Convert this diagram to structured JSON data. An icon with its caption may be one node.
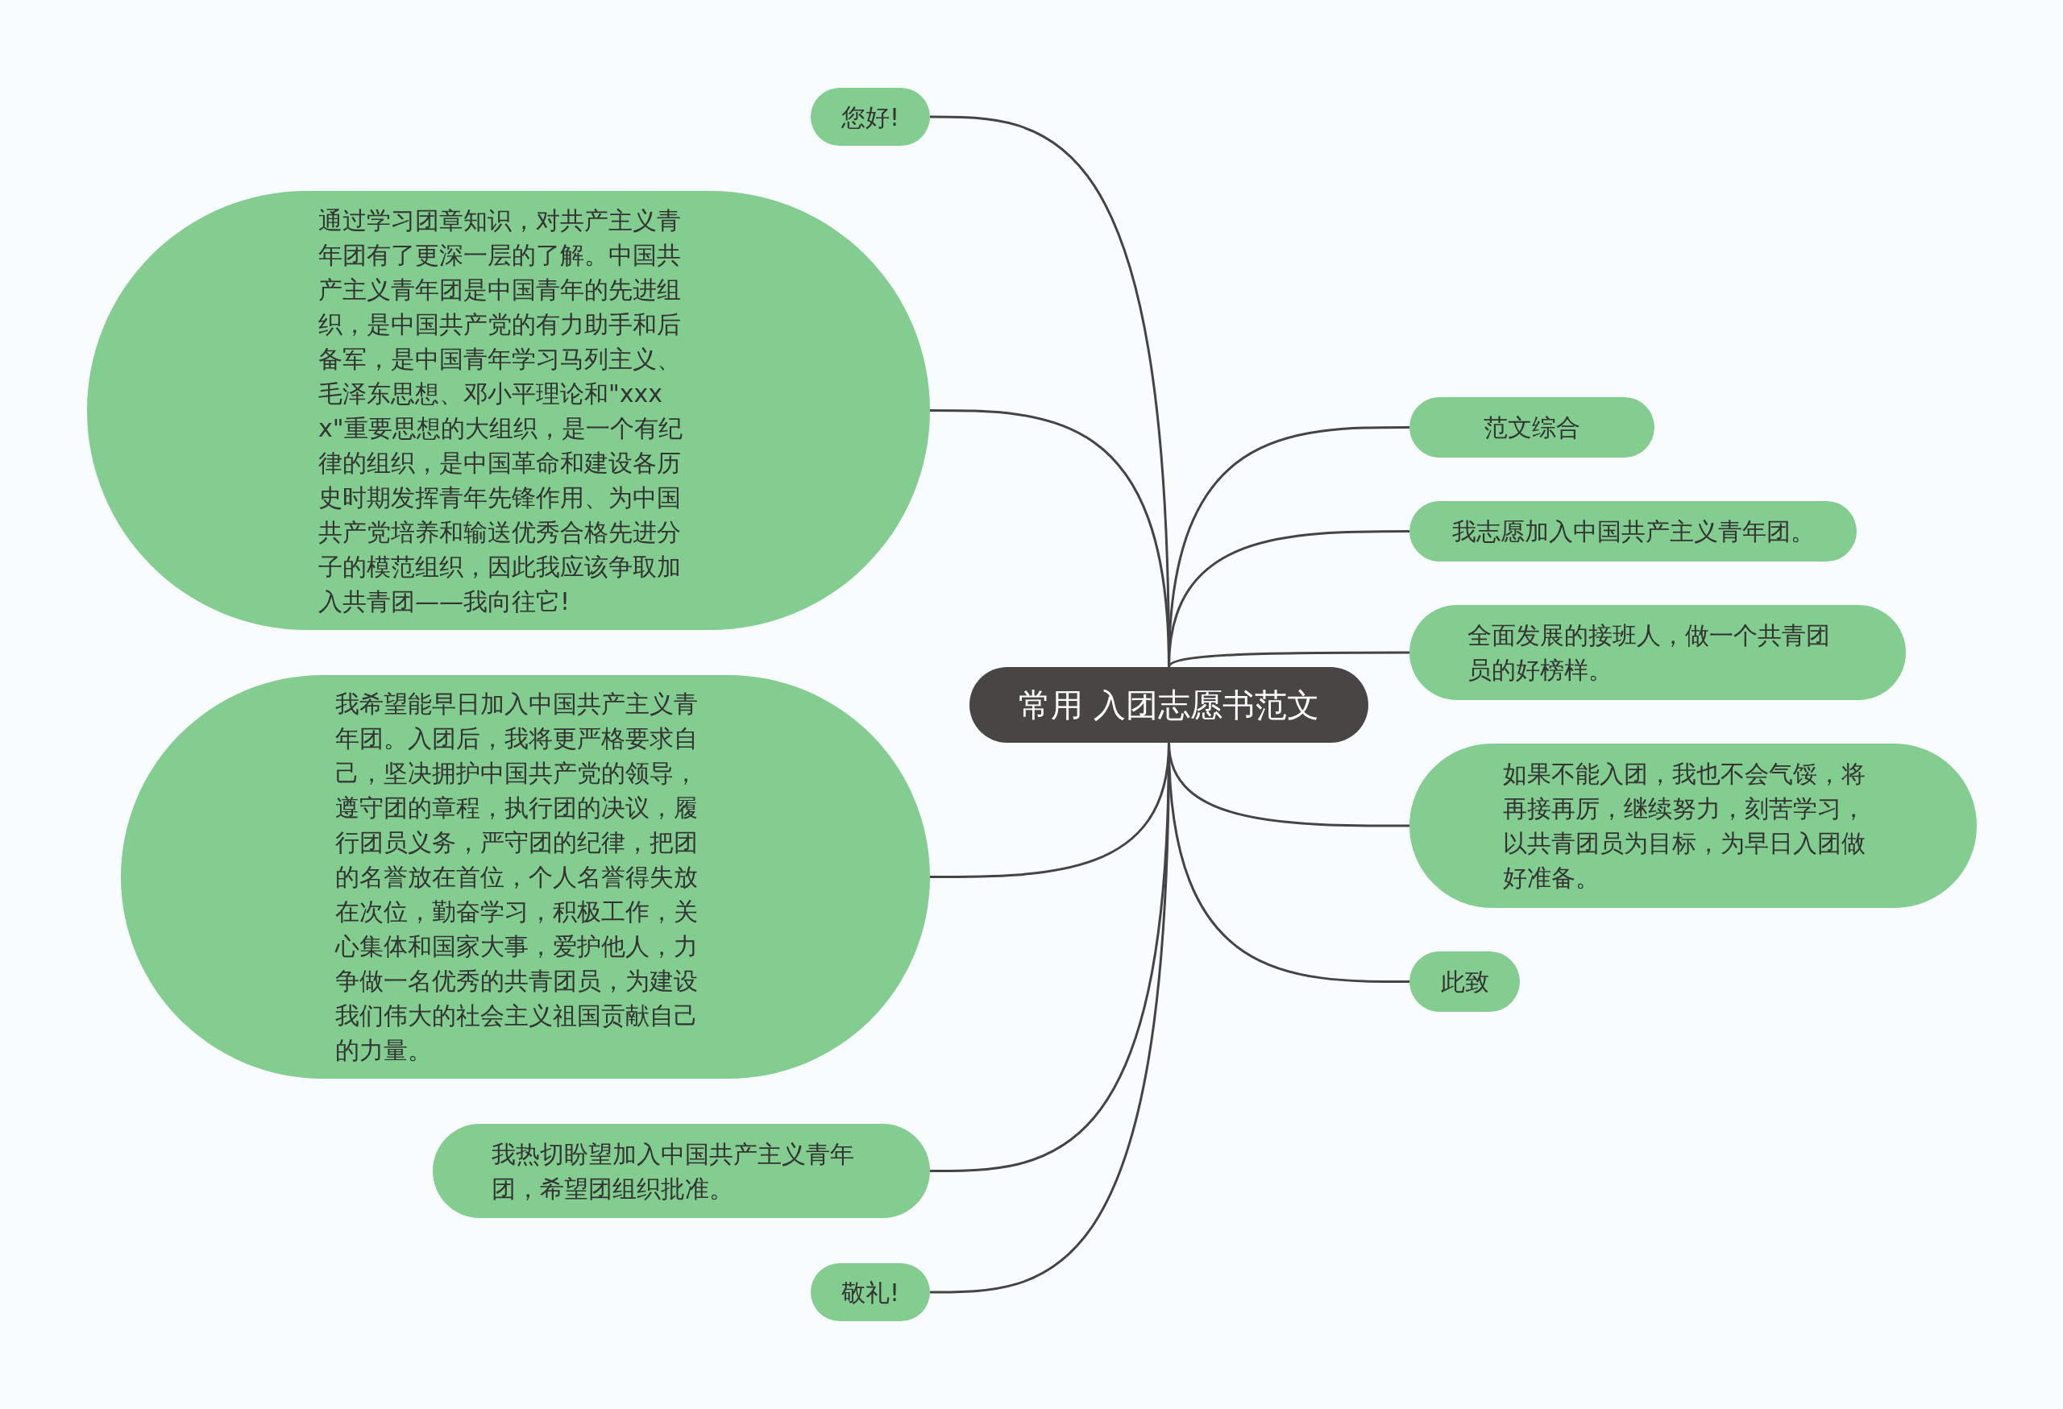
{
  "diagram": {
    "nodes": [
      {
        "text": [
          "常用 入团志愿书范文"
        ]
      },
      {
        "text": [
          "您好!"
        ]
      },
      {
        "text": [
          "通过学习团章知识，对共产主义青年团有了更深一层的了解。中国共产主义青年团是中国青年的先进组织，是中国共产党的有力助手和后备军，是中国青年学习马列主义、毛泽东思想、邓小平理论和\"xxxx\"重要思想的大组织，是一个有纪律的组织，是中国革命和建设各历史时期发挥青年先锋作用、为中国共产党培养和输送优秀合格先进分子的模范组织，因此我应该争取加入共青团——我向往它!"
        ]
      },
      {
        "text": [
          "我希望能早日加入中国共产主义青年团。入团后，我将更严格要求自己，坚决拥护中国共产党的领导，遵守团的章程，执行团的决议，履行团员义务，严守团的纪律，把团的名誉放在首位，个人名誉得失放在次位，勤奋学习，积极工作，关心集体和国家大事，爱护他人，力争做一名优秀的共青团员，为建设我们伟大的社会主义祖国贡献自己的力量。"
        ]
      },
      {
        "text": [
          "我热切盼望加入中国共产主义青年团，希望团组织批准。"
        ]
      },
      {
        "text": [
          "敬礼!"
        ]
      },
      {
        "text": [
          "范文综合"
        ]
      },
      {
        "text": [
          "我志愿加入中国共产主义青年团。"
        ]
      },
      {
        "text": [
          "全面发展的接班人，做一个共青团员的好榜样。"
        ]
      },
      {
        "text": [
          "如果不能入团，我也不会气馁，将再接再厉，继续努力，刻苦学习，以共青团员为目标，为早日入团做好准备。"
        ]
      },
      {
        "text": [
          "此致"
        ]
      }
    ],
    "edges": [
      {
        "from": 0,
        "to": 1,
        "arrow": "none"
      },
      {
        "from": 0,
        "to": 2,
        "arrow": "none"
      },
      {
        "from": 0,
        "to": 3,
        "arrow": "none"
      },
      {
        "from": 0,
        "to": 4,
        "arrow": "none"
      },
      {
        "from": 0,
        "to": 5,
        "arrow": "none"
      },
      {
        "from": 0,
        "to": 6,
        "arrow": "none"
      },
      {
        "from": 0,
        "to": 7,
        "arrow": "none"
      },
      {
        "from": 0,
        "to": 8,
        "arrow": "none"
      },
      {
        "from": 0,
        "to": 9,
        "arrow": "none"
      },
      {
        "from": 0,
        "to": 10,
        "arrow": "none"
      }
    ]
  }
}
